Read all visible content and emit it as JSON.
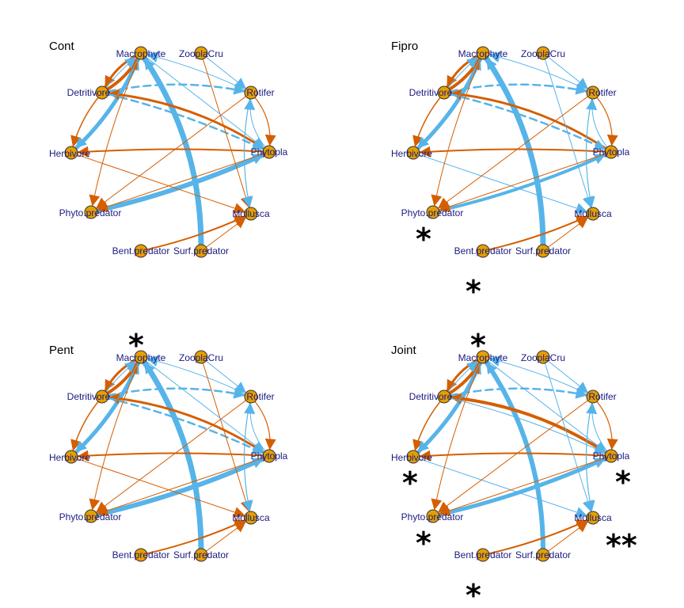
{
  "colors": {
    "positive_edge": "#56b4e9",
    "negative_edge": "#d55e00",
    "node_fill": "#e69f00",
    "node_stroke": "#333333",
    "label": "#1a1a80"
  },
  "nodes": [
    {
      "id": "macrophyte",
      "label": "Macrophyte"
    },
    {
      "id": "zooplacru",
      "label": "ZooplaCru"
    },
    {
      "id": "detritivore",
      "label": "Detritivore"
    },
    {
      "id": "rotifer",
      "label": "Rotifer"
    },
    {
      "id": "herbivore",
      "label": "Herbivore"
    },
    {
      "id": "phytopla",
      "label": "Phytopla"
    },
    {
      "id": "phytopredator",
      "label": "Phyto.predator"
    },
    {
      "id": "mollusca",
      "label": "Mollusca"
    },
    {
      "id": "bentpredator",
      "label": "Bent.predator"
    },
    {
      "id": "surfpredator",
      "label": "Surf.predator"
    }
  ],
  "panels": [
    {
      "title": "Cont",
      "edges": [
        {
          "from": "surfpredator",
          "to": "macrophyte",
          "sign": "positive",
          "weight": 7,
          "curve": 0.15
        },
        {
          "from": "phytopredator",
          "to": "phytopla",
          "sign": "positive",
          "weight": 6,
          "curve": 0.05
        },
        {
          "from": "herbivore",
          "to": "macrophyte",
          "sign": "positive",
          "weight": 5,
          "curve": 0.1
        },
        {
          "from": "detritivore",
          "to": "macrophyte",
          "sign": "negative",
          "weight": 4,
          "curve": 0.12
        },
        {
          "from": "macrophyte",
          "to": "detritivore",
          "sign": "negative",
          "weight": 3,
          "curve": 0.15
        },
        {
          "from": "phytopla",
          "to": "detritivore",
          "sign": "negative",
          "weight": 3,
          "curve": 0.12
        },
        {
          "from": "detritivore",
          "to": "rotifer",
          "sign": "positive",
          "weight": 2.5,
          "curve": -0.1,
          "dashed": true
        },
        {
          "from": "detritivore",
          "to": "phytopla",
          "sign": "positive",
          "weight": 2.5,
          "curve": -0.05,
          "dashed": true
        },
        {
          "from": "phytopla",
          "to": "herbivore",
          "sign": "negative",
          "weight": 2,
          "curve": 0.03
        },
        {
          "from": "rotifer",
          "to": "macrophyte",
          "sign": "positive",
          "weight": 1,
          "curve": 0.05
        },
        {
          "from": "zooplacru",
          "to": "rotifer",
          "sign": "positive",
          "weight": 1,
          "curve": 0.0
        },
        {
          "from": "zooplacru",
          "to": "mollusca",
          "sign": "negative",
          "weight": 1,
          "curve": 0.0
        },
        {
          "from": "rotifer",
          "to": "phytopla",
          "sign": "negative",
          "weight": 1.2,
          "curve": -0.2
        },
        {
          "from": "rotifer",
          "to": "mollusca",
          "sign": "positive",
          "weight": 1.2,
          "curve": 0.1
        },
        {
          "from": "phytopla",
          "to": "rotifer",
          "sign": "positive",
          "weight": 1,
          "curve": -0.2
        },
        {
          "from": "herbivore",
          "to": "mollusca",
          "sign": "negative",
          "weight": 1,
          "curve": 0.0
        },
        {
          "from": "macrophyte",
          "to": "phytopla",
          "sign": "positive",
          "weight": 1,
          "curve": 0.0
        },
        {
          "from": "detritivore",
          "to": "herbivore",
          "sign": "negative",
          "weight": 1.5,
          "curve": 0.1
        },
        {
          "from": "rotifer",
          "to": "phytopredator",
          "sign": "negative",
          "weight": 1,
          "curve": 0.0
        },
        {
          "from": "phytopla",
          "to": "phytopredator",
          "sign": "negative",
          "weight": 1,
          "curve": 0.0
        },
        {
          "from": "macrophyte",
          "to": "phytopredator",
          "sign": "negative",
          "weight": 1,
          "curve": 0.05
        },
        {
          "from": "macrophyte",
          "to": "herbivore",
          "sign": "positive",
          "weight": 1,
          "curve": -0.08
        },
        {
          "from": "detritivore",
          "to": "macrophyte",
          "sign": "positive",
          "weight": 1,
          "curve": -0.05
        },
        {
          "from": "bentpredator",
          "to": "mollusca",
          "sign": "negative",
          "weight": 2,
          "curve": 0.05
        },
        {
          "from": "surfpredator",
          "to": "mollusca",
          "sign": "negative",
          "weight": 1,
          "curve": 0.0
        }
      ],
      "stars": []
    },
    {
      "title": "Fipro",
      "edges": [
        {
          "from": "surfpredator",
          "to": "macrophyte",
          "sign": "positive",
          "weight": 7,
          "curve": 0.15
        },
        {
          "from": "phytopredator",
          "to": "phytopla",
          "sign": "positive",
          "weight": 4,
          "curve": 0.05
        },
        {
          "from": "herbivore",
          "to": "macrophyte",
          "sign": "positive",
          "weight": 5,
          "curve": 0.1
        },
        {
          "from": "detritivore",
          "to": "macrophyte",
          "sign": "negative",
          "weight": 4,
          "curve": 0.12
        },
        {
          "from": "macrophyte",
          "to": "detritivore",
          "sign": "negative",
          "weight": 3,
          "curve": 0.15
        },
        {
          "from": "phytopla",
          "to": "detritivore",
          "sign": "negative",
          "weight": 3,
          "curve": 0.12
        },
        {
          "from": "detritivore",
          "to": "rotifer",
          "sign": "positive",
          "weight": 2.5,
          "curve": -0.1,
          "dashed": true
        },
        {
          "from": "detritivore",
          "to": "phytopla",
          "sign": "positive",
          "weight": 2.5,
          "curve": -0.05,
          "dashed": true
        },
        {
          "from": "phytopla",
          "to": "herbivore",
          "sign": "negative",
          "weight": 2,
          "curve": 0.03
        },
        {
          "from": "rotifer",
          "to": "macrophyte",
          "sign": "positive",
          "weight": 1,
          "curve": 0.05
        },
        {
          "from": "zooplacru",
          "to": "rotifer",
          "sign": "positive",
          "weight": 1,
          "curve": 0.0
        },
        {
          "from": "zooplacru",
          "to": "mollusca",
          "sign": "positive",
          "weight": 1,
          "curve": 0.0
        },
        {
          "from": "rotifer",
          "to": "phytopla",
          "sign": "negative",
          "weight": 1.2,
          "curve": -0.2
        },
        {
          "from": "rotifer",
          "to": "mollusca",
          "sign": "positive",
          "weight": 1.2,
          "curve": 0.1
        },
        {
          "from": "phytopla",
          "to": "rotifer",
          "sign": "positive",
          "weight": 1,
          "curve": -0.2
        },
        {
          "from": "herbivore",
          "to": "mollusca",
          "sign": "positive",
          "weight": 1,
          "curve": 0.0
        },
        {
          "from": "detritivore",
          "to": "herbivore",
          "sign": "negative",
          "weight": 1.5,
          "curve": 0.1
        },
        {
          "from": "rotifer",
          "to": "phytopredator",
          "sign": "negative",
          "weight": 1,
          "curve": 0.0
        },
        {
          "from": "phytopla",
          "to": "phytopredator",
          "sign": "negative",
          "weight": 1,
          "curve": 0.0
        },
        {
          "from": "macrophyte",
          "to": "phytopredator",
          "sign": "negative",
          "weight": 1,
          "curve": 0.05
        },
        {
          "from": "macrophyte",
          "to": "herbivore",
          "sign": "positive",
          "weight": 1,
          "curve": -0.08
        },
        {
          "from": "detritivore",
          "to": "macrophyte",
          "sign": "positive",
          "weight": 1,
          "curve": -0.05
        },
        {
          "from": "bentpredator",
          "to": "mollusca",
          "sign": "negative",
          "weight": 2,
          "curve": 0.05
        },
        {
          "from": "surfpredator",
          "to": "mollusca",
          "sign": "negative",
          "weight": 1,
          "curve": 0.0
        }
      ],
      "stars": [
        {
          "node": "phytopredator",
          "text": "*"
        },
        {
          "node": "bentpredator",
          "text": "*"
        }
      ]
    },
    {
      "title": "Pent",
      "edges": [
        {
          "from": "surfpredator",
          "to": "macrophyte",
          "sign": "positive",
          "weight": 7,
          "curve": 0.15
        },
        {
          "from": "phytopredator",
          "to": "phytopla",
          "sign": "positive",
          "weight": 6,
          "curve": 0.05
        },
        {
          "from": "herbivore",
          "to": "macrophyte",
          "sign": "positive",
          "weight": 5,
          "curve": 0.1
        },
        {
          "from": "detritivore",
          "to": "macrophyte",
          "sign": "negative",
          "weight": 4,
          "curve": 0.12
        },
        {
          "from": "macrophyte",
          "to": "detritivore",
          "sign": "negative",
          "weight": 3,
          "curve": 0.15
        },
        {
          "from": "phytopla",
          "to": "detritivore",
          "sign": "negative",
          "weight": 3,
          "curve": 0.12
        },
        {
          "from": "detritivore",
          "to": "rotifer",
          "sign": "positive",
          "weight": 2.5,
          "curve": -0.1,
          "dashed": true
        },
        {
          "from": "detritivore",
          "to": "phytopla",
          "sign": "positive",
          "weight": 2.5,
          "curve": -0.05,
          "dashed": true
        },
        {
          "from": "phytopla",
          "to": "herbivore",
          "sign": "negative",
          "weight": 2,
          "curve": 0.03
        },
        {
          "from": "rotifer",
          "to": "macrophyte",
          "sign": "positive",
          "weight": 1,
          "curve": 0.05
        },
        {
          "from": "zooplacru",
          "to": "rotifer",
          "sign": "positive",
          "weight": 1,
          "curve": 0.0
        },
        {
          "from": "zooplacru",
          "to": "mollusca",
          "sign": "negative",
          "weight": 1,
          "curve": 0.0
        },
        {
          "from": "rotifer",
          "to": "phytopla",
          "sign": "negative",
          "weight": 1.2,
          "curve": -0.2
        },
        {
          "from": "rotifer",
          "to": "mollusca",
          "sign": "positive",
          "weight": 1.2,
          "curve": 0.1
        },
        {
          "from": "phytopla",
          "to": "rotifer",
          "sign": "positive",
          "weight": 1,
          "curve": -0.2
        },
        {
          "from": "herbivore",
          "to": "mollusca",
          "sign": "negative",
          "weight": 1,
          "curve": 0.0
        },
        {
          "from": "macrophyte",
          "to": "phytopla",
          "sign": "positive",
          "weight": 1,
          "curve": 0.0
        },
        {
          "from": "detritivore",
          "to": "herbivore",
          "sign": "negative",
          "weight": 1.5,
          "curve": 0.1
        },
        {
          "from": "rotifer",
          "to": "phytopredator",
          "sign": "negative",
          "weight": 1,
          "curve": 0.0
        },
        {
          "from": "phytopla",
          "to": "phytopredator",
          "sign": "negative",
          "weight": 1,
          "curve": 0.0
        },
        {
          "from": "macrophyte",
          "to": "phytopredator",
          "sign": "negative",
          "weight": 1,
          "curve": 0.05
        },
        {
          "from": "macrophyte",
          "to": "herbivore",
          "sign": "positive",
          "weight": 1,
          "curve": -0.08
        },
        {
          "from": "detritivore",
          "to": "macrophyte",
          "sign": "positive",
          "weight": 1,
          "curve": -0.05
        },
        {
          "from": "bentpredator",
          "to": "mollusca",
          "sign": "negative",
          "weight": 2,
          "curve": 0.05
        },
        {
          "from": "surfpredator",
          "to": "mollusca",
          "sign": "negative",
          "weight": 1,
          "curve": 0.0
        }
      ],
      "stars": [
        {
          "node": "macrophyte",
          "text": "*"
        }
      ]
    },
    {
      "title": "Joint",
      "edges": [
        {
          "from": "surfpredator",
          "to": "macrophyte",
          "sign": "positive",
          "weight": 6,
          "curve": 0.15
        },
        {
          "from": "phytopredator",
          "to": "phytopla",
          "sign": "positive",
          "weight": 5,
          "curve": 0.05
        },
        {
          "from": "herbivore",
          "to": "macrophyte",
          "sign": "positive",
          "weight": 5,
          "curve": 0.1
        },
        {
          "from": "detritivore",
          "to": "macrophyte",
          "sign": "negative",
          "weight": 4,
          "curve": 0.12
        },
        {
          "from": "macrophyte",
          "to": "detritivore",
          "sign": "negative",
          "weight": 3,
          "curve": 0.15
        },
        {
          "from": "phytopla",
          "to": "detritivore",
          "sign": "negative",
          "weight": 4,
          "curve": 0.12
        },
        {
          "from": "detritivore",
          "to": "rotifer",
          "sign": "positive",
          "weight": 2.5,
          "curve": -0.1,
          "dashed": true
        },
        {
          "from": "detritivore",
          "to": "phytopla",
          "sign": "positive",
          "weight": 1,
          "curve": -0.05
        },
        {
          "from": "phytopla",
          "to": "herbivore",
          "sign": "negative",
          "weight": 2,
          "curve": 0.03
        },
        {
          "from": "rotifer",
          "to": "macrophyte",
          "sign": "positive",
          "weight": 1,
          "curve": 0.05
        },
        {
          "from": "zooplacru",
          "to": "rotifer",
          "sign": "positive",
          "weight": 1,
          "curve": 0.0
        },
        {
          "from": "zooplacru",
          "to": "mollusca",
          "sign": "positive",
          "weight": 1,
          "curve": 0.0
        },
        {
          "from": "rotifer",
          "to": "phytopla",
          "sign": "negative",
          "weight": 1.2,
          "curve": -0.2
        },
        {
          "from": "rotifer",
          "to": "mollusca",
          "sign": "positive",
          "weight": 1.2,
          "curve": 0.1
        },
        {
          "from": "phytopla",
          "to": "rotifer",
          "sign": "positive",
          "weight": 1,
          "curve": -0.2
        },
        {
          "from": "herbivore",
          "to": "mollusca",
          "sign": "positive",
          "weight": 1,
          "curve": 0.0
        },
        {
          "from": "macrophyte",
          "to": "phytopla",
          "sign": "positive",
          "weight": 1,
          "curve": 0.0
        },
        {
          "from": "detritivore",
          "to": "herbivore",
          "sign": "negative",
          "weight": 1.5,
          "curve": 0.1
        },
        {
          "from": "rotifer",
          "to": "phytopredator",
          "sign": "negative",
          "weight": 1,
          "curve": 0.0
        },
        {
          "from": "phytopla",
          "to": "phytopredator",
          "sign": "negative",
          "weight": 1,
          "curve": 0.0
        },
        {
          "from": "macrophyte",
          "to": "phytopredator",
          "sign": "negative",
          "weight": 1,
          "curve": 0.05
        },
        {
          "from": "macrophyte",
          "to": "herbivore",
          "sign": "positive",
          "weight": 1,
          "curve": -0.08
        },
        {
          "from": "detritivore",
          "to": "macrophyte",
          "sign": "positive",
          "weight": 1,
          "curve": -0.05
        },
        {
          "from": "bentpredator",
          "to": "mollusca",
          "sign": "negative",
          "weight": 2,
          "curve": 0.05
        },
        {
          "from": "surfpredator",
          "to": "mollusca",
          "sign": "negative",
          "weight": 1,
          "curve": 0.0
        }
      ],
      "stars": [
        {
          "node": "macrophyte",
          "text": "*"
        },
        {
          "node": "herbivore",
          "text": "*"
        },
        {
          "node": "phytopla",
          "text": "*"
        },
        {
          "node": "phytopredator",
          "text": "*"
        },
        {
          "node": "mollusca",
          "text": "**"
        },
        {
          "node": "bentpredator",
          "text": "*"
        }
      ]
    }
  ]
}
